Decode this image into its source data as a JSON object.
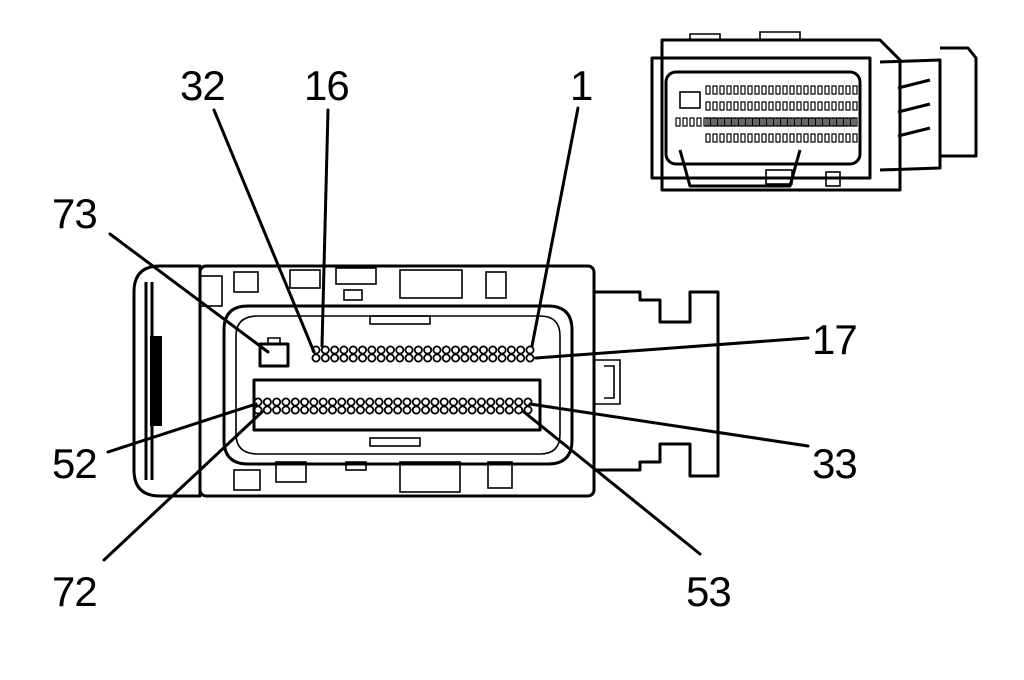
{
  "labels": {
    "pin_1": "1",
    "pin_16": "16",
    "pin_17": "17",
    "pin_32": "32",
    "pin_33": "33",
    "pin_52": "52",
    "pin_53": "53",
    "pin_72": "72",
    "pin_73": "73"
  }
}
